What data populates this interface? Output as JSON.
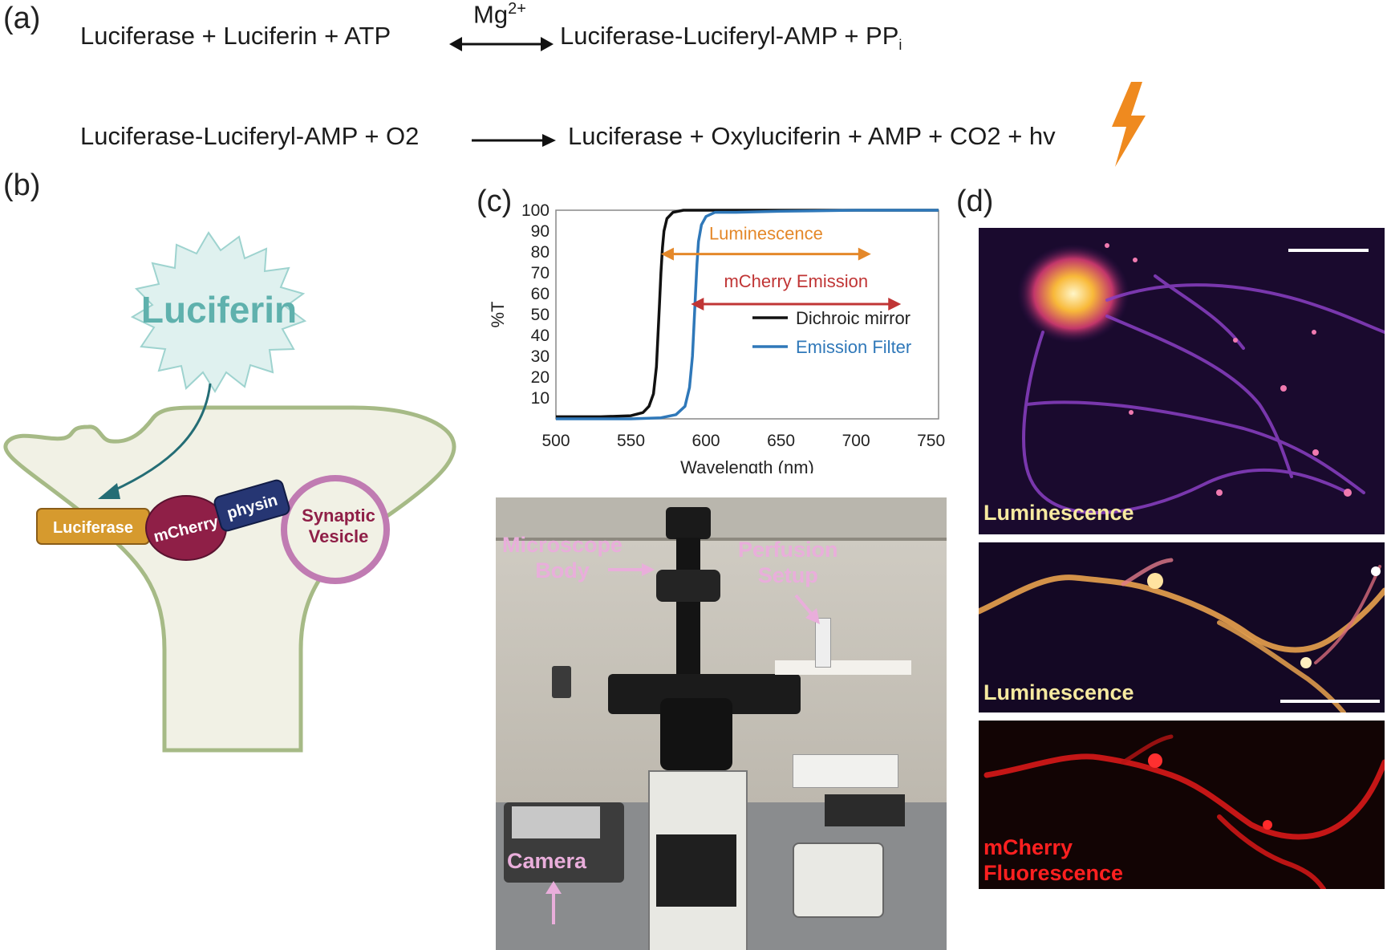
{
  "panels": {
    "a": "(a)",
    "b": "(b)",
    "c": "(c)",
    "d": "(d)"
  },
  "reaction1": {
    "left": "Luciferase + Luciferin + ATP",
    "catalyst": "Mg",
    "catalyst_sup": "2+",
    "right": "Luciferase-Luciferyl-AMP + PP",
    "right_sub": "i"
  },
  "reaction2": {
    "left": "Luciferase-Luciferyl-AMP + O2",
    "right": "Luciferase + Oxyluciferin + AMP + CO2 + hv"
  },
  "diagram_b": {
    "burst_label": "Luciferin",
    "luciferase": "Luciferase",
    "mcherry": "mCherry",
    "physin": "physin",
    "vesicle_line1": "Synaptic",
    "vesicle_line2": "Vesicle",
    "colors": {
      "burst": "#5fb1ad",
      "luciferase": "#d69a2e",
      "mcherry": "#8f1f47",
      "physin": "#263673",
      "vesicle": "#c07bb2",
      "cell_fill": "#f1f1e5",
      "cell_stroke": "#a6ba86"
    }
  },
  "chart_data": {
    "type": "line",
    "xlabel": "Wavelength (nm)",
    "ylabel": "%T",
    "xlim": [
      500,
      755
    ],
    "ylim": [
      0,
      100
    ],
    "xticks": [
      "500",
      "550",
      "600",
      "650",
      "700",
      "750"
    ],
    "yticks": [
      "10",
      "20",
      "30",
      "40",
      "50",
      "60",
      "70",
      "80",
      "90",
      "100"
    ],
    "series": [
      {
        "name": "Dichroic mirror",
        "color": "#111111",
        "x": [
          500,
          530,
          550,
          558,
          562,
          565,
          567,
          568,
          569,
          570,
          571,
          572,
          574,
          578,
          585,
          600,
          650,
          700,
          755
        ],
        "y": [
          1,
          1,
          1.5,
          3,
          6,
          12,
          25,
          40,
          55,
          70,
          82,
          90,
          96,
          99,
          100,
          100,
          100,
          100,
          100
        ]
      },
      {
        "name": "Emission Filter",
        "color": "#2f78b9",
        "x": [
          500,
          550,
          570,
          580,
          586,
          589,
          591,
          592,
          593,
          594,
          595,
          597,
          600,
          606,
          620,
          650,
          700,
          755
        ],
        "y": [
          0,
          0,
          0.5,
          2,
          6,
          15,
          30,
          45,
          60,
          74,
          85,
          93,
          97,
          99,
          99,
          99.5,
          100,
          100
        ]
      }
    ],
    "annotations": [
      {
        "text": "Luminescence",
        "color": "#e4882a",
        "x_start": 570,
        "x_end": 710,
        "y": 79,
        "label_y": 86
      },
      {
        "text": "mCherry Emission",
        "color": "#c03535",
        "x_start": 590,
        "x_end": 730,
        "y": 55,
        "label_y": 63
      }
    ],
    "legend": "bottom-right"
  },
  "photo": {
    "label_body_1": "Microscope",
    "label_body_2": "Body",
    "label_perfusion_1": "Perfusion",
    "label_perfusion_2": "Setup",
    "label_camera": "Camera"
  },
  "images_d": {
    "top_label": "Luminescence",
    "middle_label": "Luminescence",
    "bottom_label_1": "mCherry",
    "bottom_label_2": "Fluorescence",
    "colors": {
      "lum_label": "#f7eaa0",
      "mcherry_label": "#ff2020"
    }
  }
}
